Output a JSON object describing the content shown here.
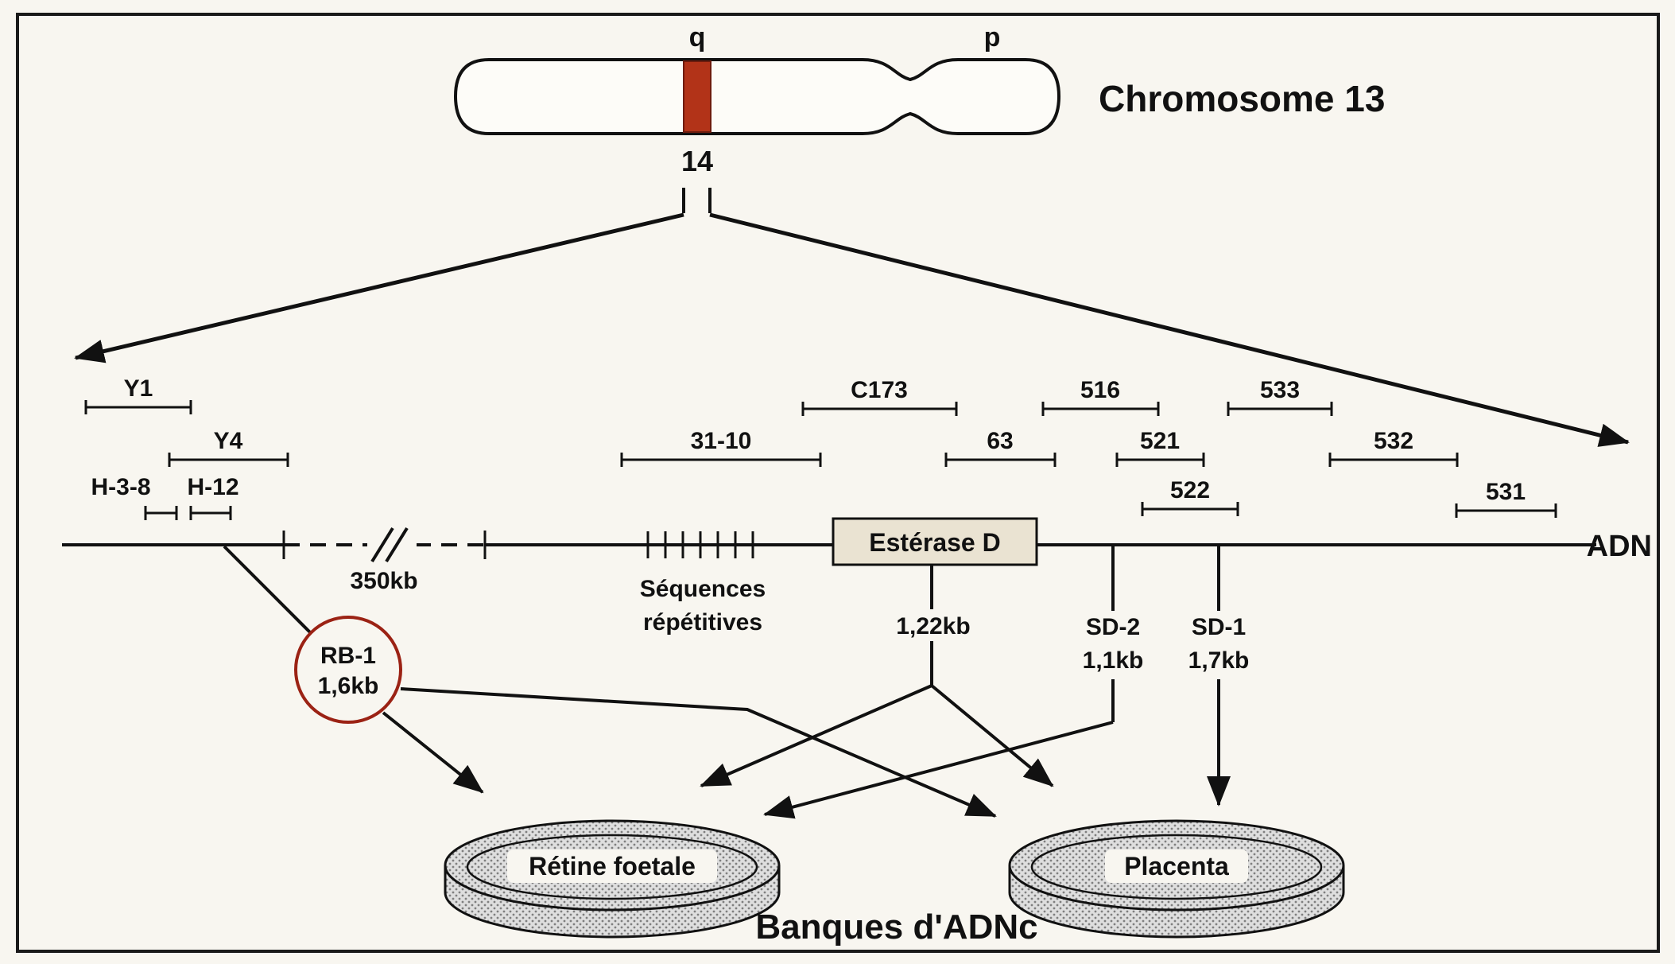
{
  "colors": {
    "band_red": "#b23318",
    "circle_red": "#9b2214",
    "box_beige": "#eae3d2"
  },
  "chromosome": {
    "q_label": "q",
    "p_label": "p",
    "band_label": "14",
    "title": "Chromosome 13"
  },
  "dna": {
    "label": "ADN",
    "scale_label": "350kb",
    "repeats_line1": "Séquences",
    "repeats_line2": "répétitives",
    "esterase_label": "Estérase D",
    "esterase_fragment": "1,22kb"
  },
  "markers": [
    {
      "label": "Y1"
    },
    {
      "label": "Y4"
    },
    {
      "label": "H-3-8"
    },
    {
      "label": "H-12"
    },
    {
      "label": "31-10"
    },
    {
      "label": "C173"
    },
    {
      "label": "63"
    },
    {
      "label": "516"
    },
    {
      "label": "521"
    },
    {
      "label": "522"
    },
    {
      "label": "533"
    },
    {
      "label": "532"
    },
    {
      "label": "531"
    }
  ],
  "probes": {
    "rb1": {
      "name": "RB-1",
      "size": "1,6kb"
    },
    "sd2": {
      "name": "SD-2",
      "size": "1,1kb"
    },
    "sd1": {
      "name": "SD-1",
      "size": "1,7kb"
    }
  },
  "libraries": {
    "left": "Rétine foetale",
    "right": "Placenta",
    "caption": "Banques d'ADNc"
  }
}
